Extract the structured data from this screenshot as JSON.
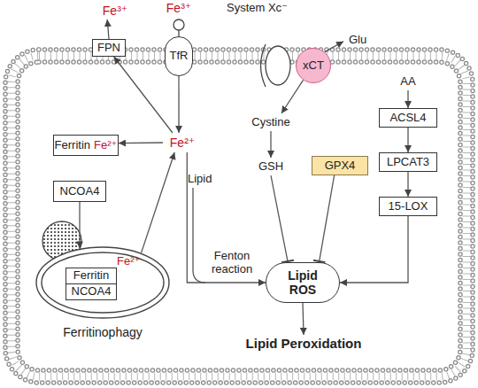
{
  "diagram": {
    "nodes": [
      {
        "text": [
          "Fe³⁺"
        ]
      },
      {
        "text": [
          "FPN"
        ]
      },
      {
        "text": [
          "Fe³⁺"
        ]
      },
      {
        "text": [
          "TfR"
        ]
      },
      {
        "text": [
          "Fe²⁺"
        ]
      },
      {
        "text": [
          "Ferritin",
          "Fe²⁺"
        ]
      },
      {
        "text": [
          "NCOA4"
        ]
      },
      {
        "text": [
          "Fe²⁺",
          "Ferritinophagy"
        ]
      },
      {
        "text": [
          "Ferritin"
        ],
        "in": 7
      },
      {
        "text": [
          "NCOA4"
        ],
        "in": 7
      },
      {
        "text": [
          "xCT"
        ]
      },
      {
        "text": [
          "Glu"
        ]
      },
      {
        "text": [
          "Cystine"
        ]
      },
      {
        "text": [
          "GSH"
        ]
      },
      {
        "text": [
          "GPX4"
        ]
      },
      {
        "text": [
          "AA"
        ]
      },
      {
        "text": [
          "ACSL4"
        ]
      },
      {
        "text": [
          "LPCAT3"
        ]
      },
      {
        "text": [
          "15-LOX"
        ]
      },
      {
        "text": [
          "Lipid ROS"
        ]
      },
      {
        "text": [
          "Lipid Peroxidation"
        ]
      }
    ],
    "edges": [
      {
        "from": 4,
        "to": 1,
        "arrow": "to"
      },
      {
        "from": 1,
        "to": 0,
        "arrow": "to"
      },
      {
        "from": 3,
        "to": 4,
        "arrow": "to"
      },
      {
        "from": 4,
        "to": 5,
        "arrow": "to"
      },
      {
        "from": 6,
        "to": 7,
        "arrow": "to"
      },
      {
        "from": 7,
        "to": 4,
        "arrow": "to"
      },
      {
        "from": 4,
        "to": 19,
        "label": "Fenton reaction",
        "arrow": "to"
      },
      {
        "from": 10,
        "to": 11,
        "arrow": "to"
      },
      {
        "from": 10,
        "to": 12,
        "arrow": "to"
      },
      {
        "from": 12,
        "to": 13,
        "arrow": "to"
      },
      {
        "from": 13,
        "to": 19,
        "arrow": "to"
      },
      {
        "from": 14,
        "to": 19,
        "arrow": "to"
      },
      {
        "from": 15,
        "to": 16,
        "arrow": "to"
      },
      {
        "from": 16,
        "to": 17,
        "arrow": "to"
      },
      {
        "from": 17,
        "to": 18,
        "arrow": "to"
      },
      {
        "from": 18,
        "to": 19,
        "arrow": "to"
      },
      {
        "from": 19,
        "to": 20,
        "arrow": "to"
      }
    ],
    "labels": [
      "System Xc⁻",
      "Lipid"
    ]
  }
}
